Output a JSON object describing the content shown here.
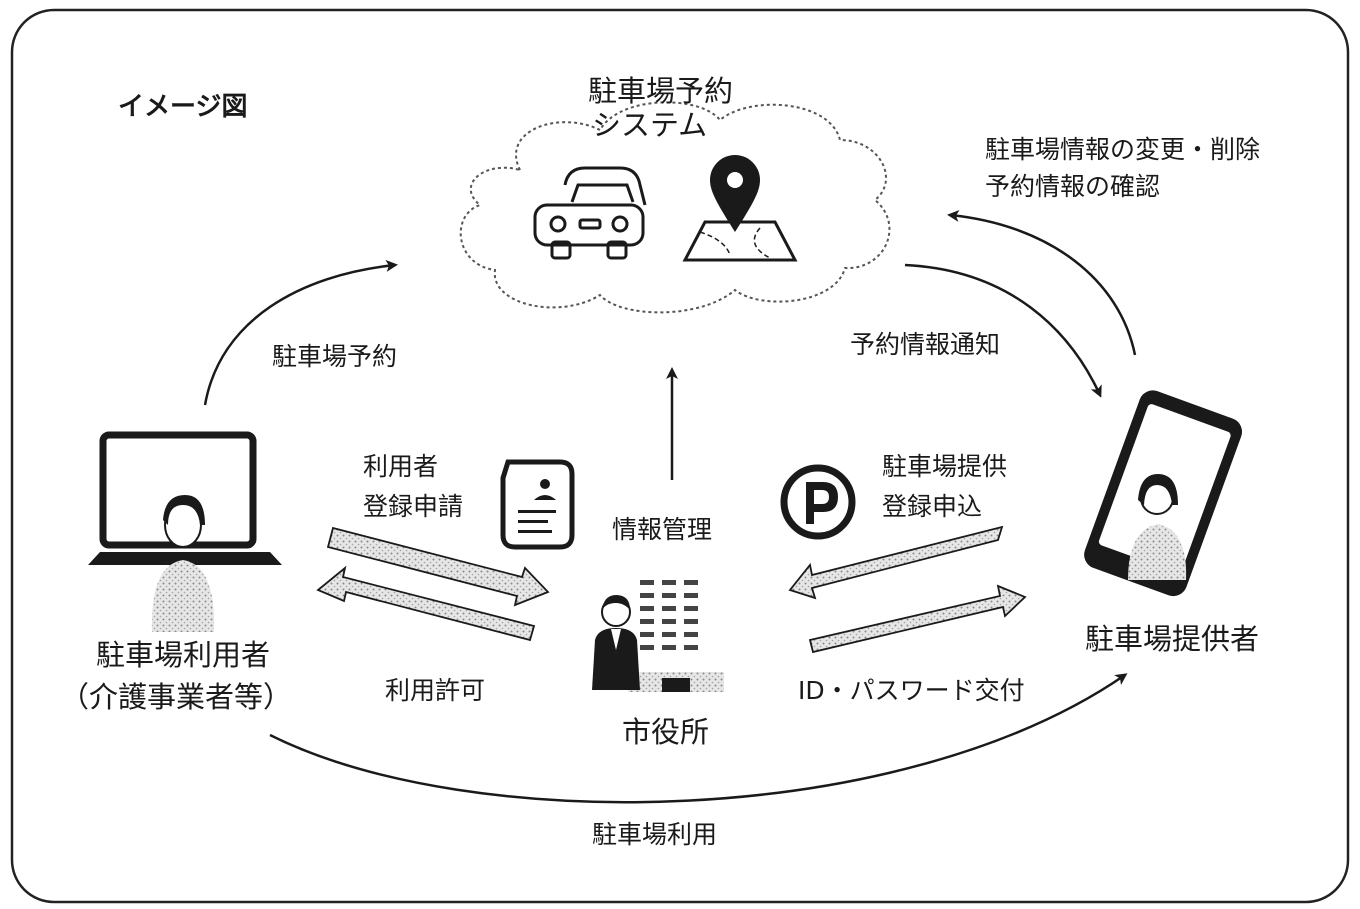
{
  "title": "イメージ図",
  "system": {
    "line1": "駐車場予約",
    "line2": "システム"
  },
  "provider_actions": {
    "line1": "駐車場情報の変更・削除",
    "line2": "予約情報の確認"
  },
  "labels": {
    "reservation": "駐車場予約",
    "notify": "予約情報通知",
    "user_apply_1": "利用者",
    "user_apply_2": "登録申請",
    "info_mgmt": "情報管理",
    "provide_apply_1": "駐車場提供",
    "provide_apply_2": "登録申込",
    "permit": "利用許可",
    "id_issue": "ID・パスワード交付",
    "usage": "駐車場利用"
  },
  "actors": {
    "user_1": "駐車場利用者",
    "user_2": "（介護事業者等）",
    "city": "市役所",
    "provider": "駐車場提供者"
  },
  "icons": {
    "computer": "laptop-user-icon",
    "car": "car-icon",
    "map": "map-pin-icon",
    "document": "application-document-icon",
    "parking": "parking-p-icon",
    "building": "city-hall-icon",
    "phone": "smartphone-user-icon"
  },
  "colors": {
    "ink": "#1a1a1a",
    "frame": "#222222",
    "arrow_fill": "#d9d9d9"
  }
}
